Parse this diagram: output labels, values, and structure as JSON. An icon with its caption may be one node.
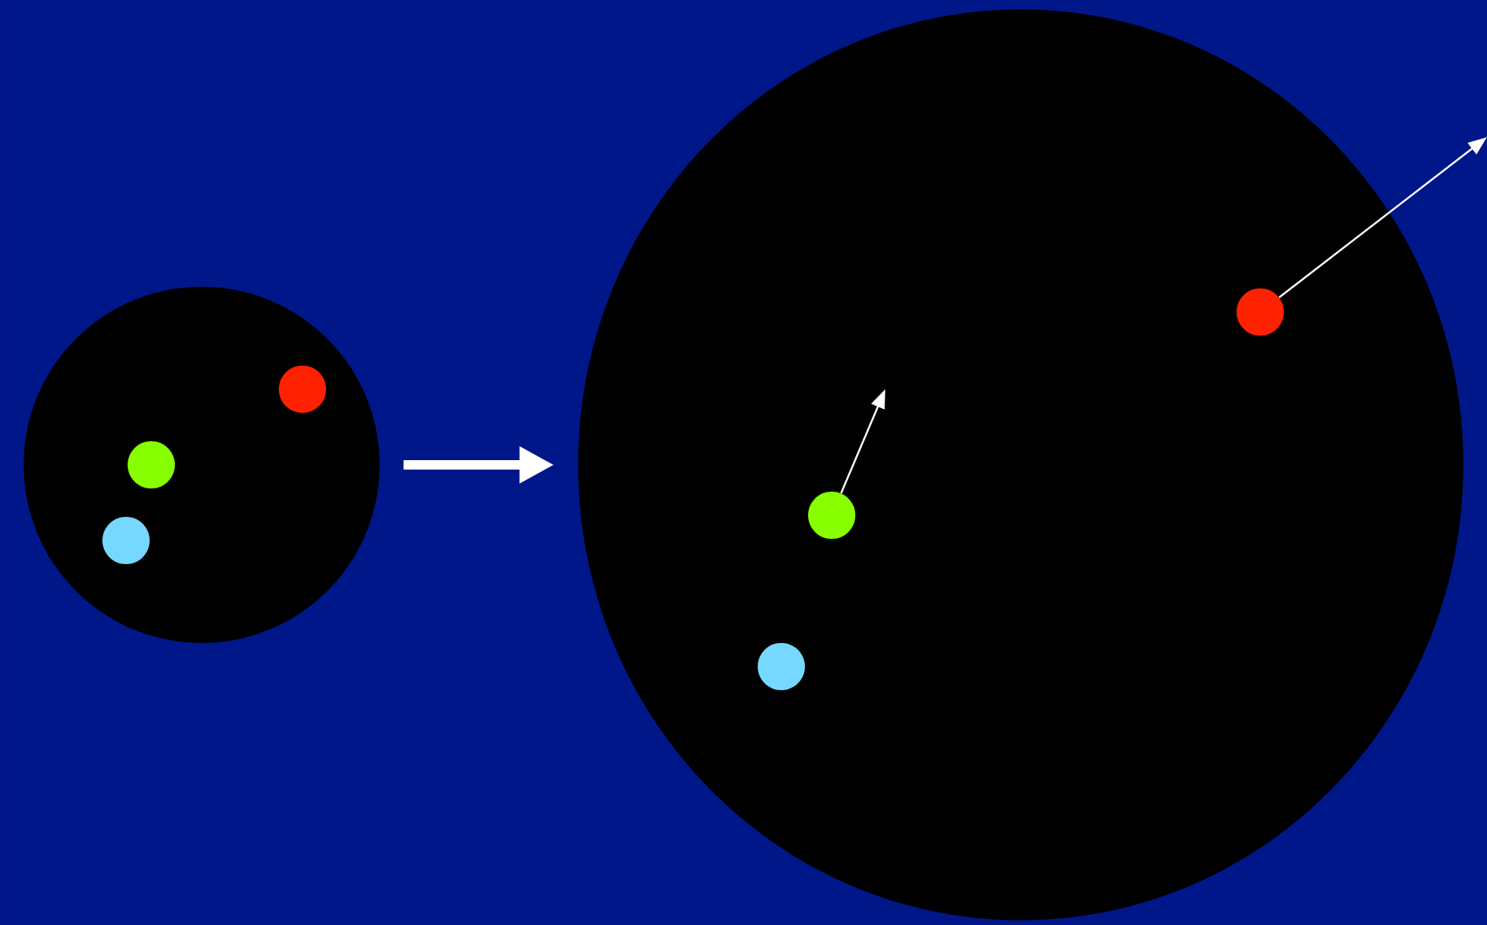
{
  "diagram": {
    "nodes": [
      {
        "text": [],
        "shape": "circle"
      },
      {
        "text": [],
        "shape": "circle",
        "in": 0
      },
      {
        "text": [],
        "shape": "circle",
        "in": 0
      },
      {
        "text": [],
        "shape": "circle",
        "in": 0
      },
      {
        "text": [],
        "shape": "circle"
      },
      {
        "text": [],
        "shape": "circle",
        "in": 4
      },
      {
        "text": [],
        "shape": "circle",
        "in": 4
      },
      {
        "text": [],
        "shape": "circle",
        "in": 4
      }
    ],
    "edges": [
      {
        "from": 0,
        "to": 4,
        "arrow": "to",
        "style": "thick"
      },
      {
        "from": 6,
        "to": null,
        "arrow": "to"
      },
      {
        "from": 5,
        "to": null,
        "arrow": "to"
      }
    ]
  }
}
